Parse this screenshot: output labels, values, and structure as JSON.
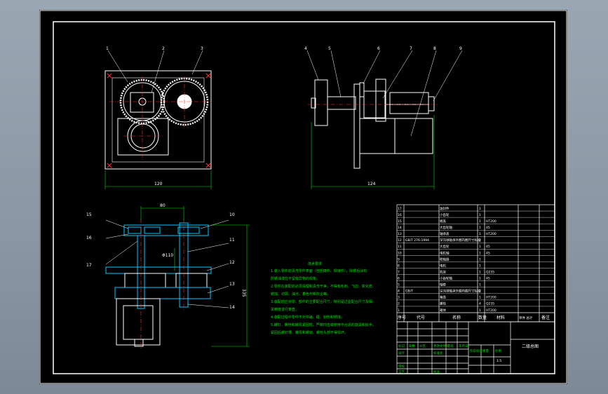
{
  "drawing": {
    "balloons": [
      "1",
      "2",
      "3",
      "4",
      "5",
      "6",
      "7",
      "8",
      "9",
      "10",
      "11",
      "12",
      "13",
      "14",
      "15",
      "16",
      "17"
    ],
    "dimensions": {
      "front_width": "120",
      "side_width": "124",
      "plan_top": "80",
      "plan_small": "Φ110",
      "plan_height": "335"
    },
    "notes": {
      "title": "技术要求",
      "lines": [
        "1.装入零件前清洗零件表面（包括铸件、焊接件），除锈后涂有",
        "防锈油漆应不留有异物的现象。",
        "2.零件在装配前必须清理和清洗干净，不得有毛刺、飞边、氧化皮、",
        "锈蚀、切屑、油污、着色剂和灰尘等。",
        "3.装配前应对零、部件的主要配合尺寸，特别是过盈配合尺寸及相",
        "关精度进行复查。",
        "4.装配过程中零件不允许磕、碰、划伤和锈蚀。",
        "5.螺钉、螺栓和螺母紧固时，严禁打击或使用不合适的旋具和扳手。",
        "紧固后螺钉槽、螺母和螺钉、螺栓头部不得损坏。"
      ]
    },
    "parts_table": {
      "rows": [
        [
          "17",
          "",
          "油封件",
          "1",
          ""
        ],
        [
          "16",
          "",
          "小齿轮",
          "1",
          ""
        ],
        [
          "15",
          "",
          "端盖",
          "1",
          "HT200"
        ],
        [
          "14",
          "",
          "大齿轮轴",
          "1",
          "45"
        ],
        [
          "13",
          "",
          "轴承盖",
          "1",
          "HT200"
        ],
        [
          "12",
          "GB/T 276-1994",
          "深沟球轴承外圈内圈尺寸标准",
          "2",
          ""
        ],
        [
          "11",
          "",
          "大齿轮",
          "1",
          "45"
        ],
        [
          "10",
          "",
          "电机轴",
          "1",
          "45"
        ],
        [
          "9",
          "",
          "联轴器",
          "1",
          ""
        ],
        [
          "8",
          "",
          "电机",
          "1",
          ""
        ],
        [
          "7",
          "",
          "机架",
          "1",
          "Q235"
        ],
        [
          "6",
          "",
          "小齿轮轴",
          "1",
          "45"
        ],
        [
          "5",
          "",
          "轴套",
          "1",
          ""
        ],
        [
          "4",
          "GB/T",
          "深沟球轴承外圈内圈尺寸标准",
          "2",
          ""
        ],
        [
          "3",
          "",
          "箱盖",
          "1",
          "HT200"
        ],
        [
          "2",
          "",
          "螺栓",
          "4",
          "Q235"
        ],
        [
          "1",
          "",
          "箱体",
          "1",
          "HT200"
        ]
      ],
      "header": {
        "seq": "序号",
        "code": "代号",
        "name": "名称",
        "qty": "数量",
        "material": "材料",
        "weight": "单件 总计",
        "remark": "备注"
      }
    },
    "title_block": {
      "drawing_title": "二级总图",
      "labels": [
        "标记",
        "处数",
        "分区",
        "更改文件号",
        "签名",
        "年月日",
        "设计",
        "标准化",
        "审核",
        "工艺",
        "批准",
        "阶段标记",
        "重量",
        "比例"
      ],
      "scale": "1:5"
    }
  }
}
